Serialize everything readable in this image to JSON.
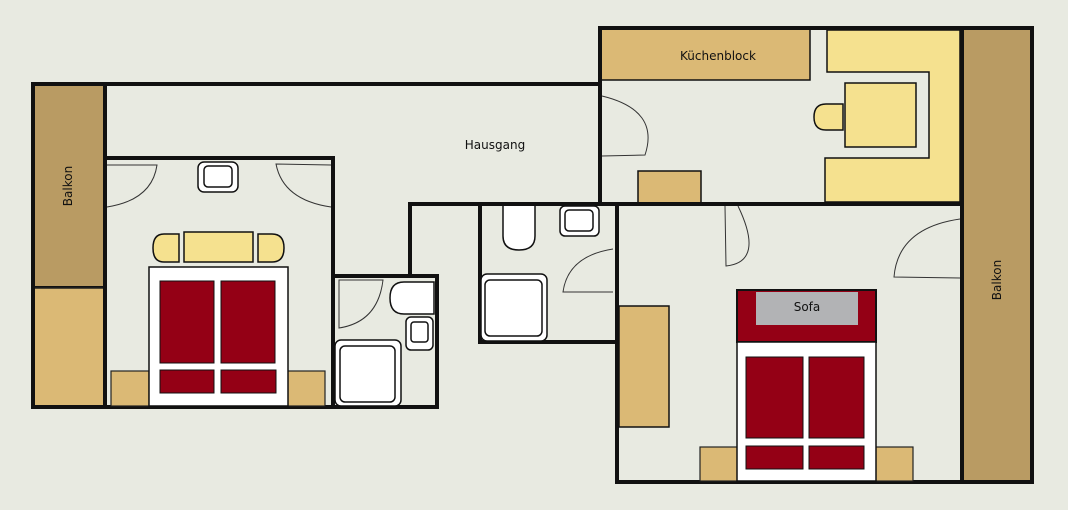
{
  "plan": {
    "labels": {
      "balcony_left": "Balkon",
      "hallway": "Hausgang",
      "kitchen_block": "Küchenblock",
      "balcony_right": "Balkon",
      "sofa": "Sofa"
    },
    "colors": {
      "background": "#e8eae1",
      "balcony": "#b99b63",
      "cabinet": "#dbb975",
      "table": "#f5e18f",
      "bedding": "#940015",
      "sofa": "#b2b3b5",
      "fixture": "#ffffff"
    }
  }
}
